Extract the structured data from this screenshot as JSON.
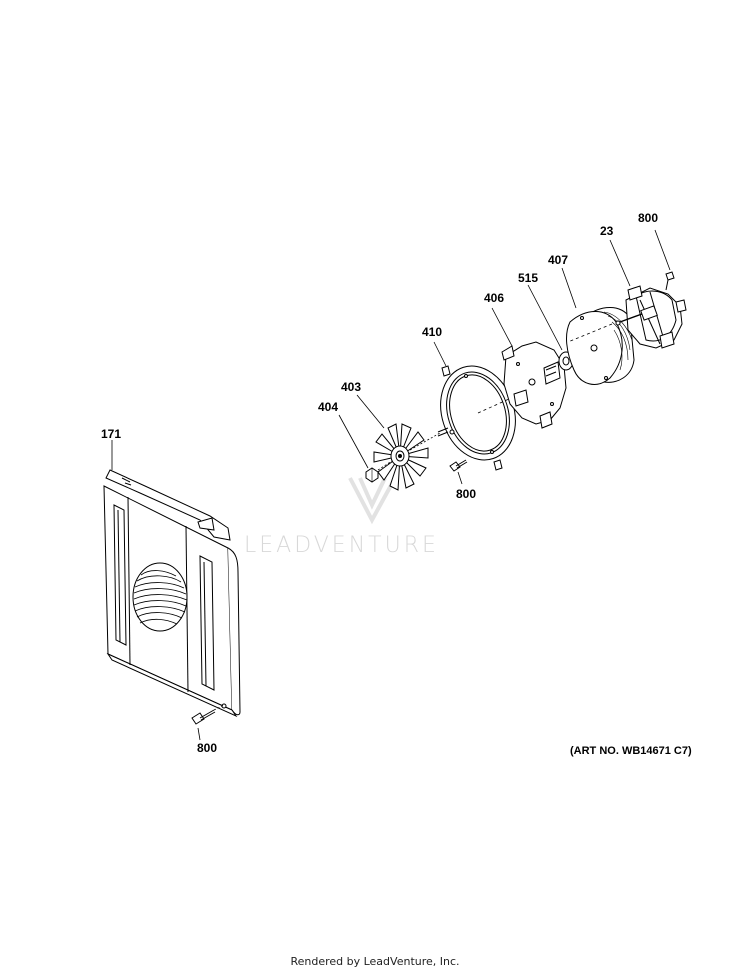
{
  "watermark": {
    "text": "LEADVENTURE"
  },
  "callouts": {
    "c171": "171",
    "c800_bottom": "800",
    "c404": "404",
    "c403": "403",
    "c410": "410",
    "c800_mid": "800",
    "c406": "406",
    "c515": "515",
    "c407": "407",
    "c23": "23",
    "c800_top": "800"
  },
  "art_number": "(ART NO. WB14671 C7)",
  "footer": "Rendered by LeadVenture, Inc."
}
